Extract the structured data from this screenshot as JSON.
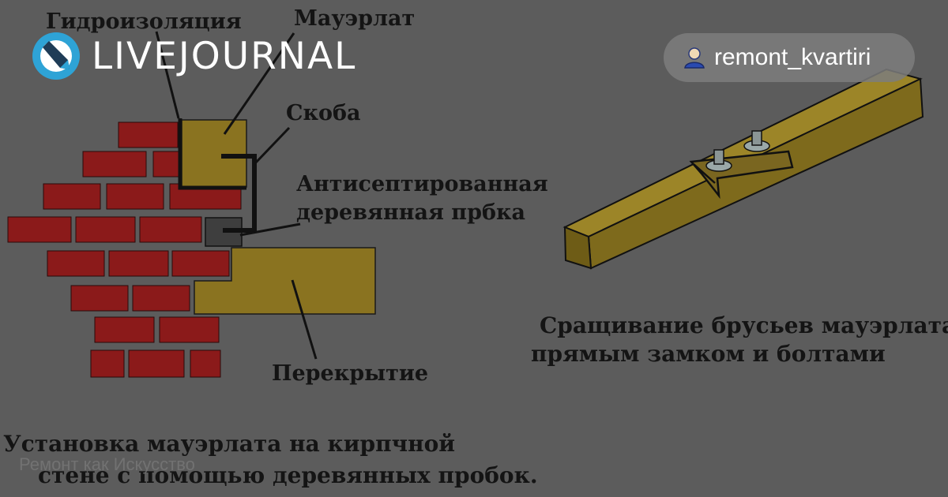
{
  "header": {
    "brand_name": "LIVEJOURNAL",
    "brand_icon": "livejournal-pencil-icon",
    "username": "remont_kvartiri",
    "user_icon": "user-icon"
  },
  "diagram_left": {
    "labels": {
      "waterproofing": "Гидроизоляция",
      "mauerlat": "Мауэрлат",
      "bracket": "Скоба",
      "plug_line1": "Антисептированная",
      "plug_line2": "деревянная прбка",
      "floor": "Перекрытие"
    },
    "caption_line1": "Установка мауэрлата на кирпчной",
    "caption_line2": "стене с помощью деревянных пробок."
  },
  "diagram_right": {
    "caption_line1": "Сращивание брусьев мауэрлата",
    "caption_line2": "прямым замком и болтами"
  },
  "watermark": "Ремонт как Искусство",
  "colors": {
    "background": "#5c5c5c",
    "brick": "#8b1a1a",
    "wood": "#8a7320",
    "plug": "#3e3e3e",
    "text": "#141414",
    "brand_blue": "#2ea3d6"
  }
}
